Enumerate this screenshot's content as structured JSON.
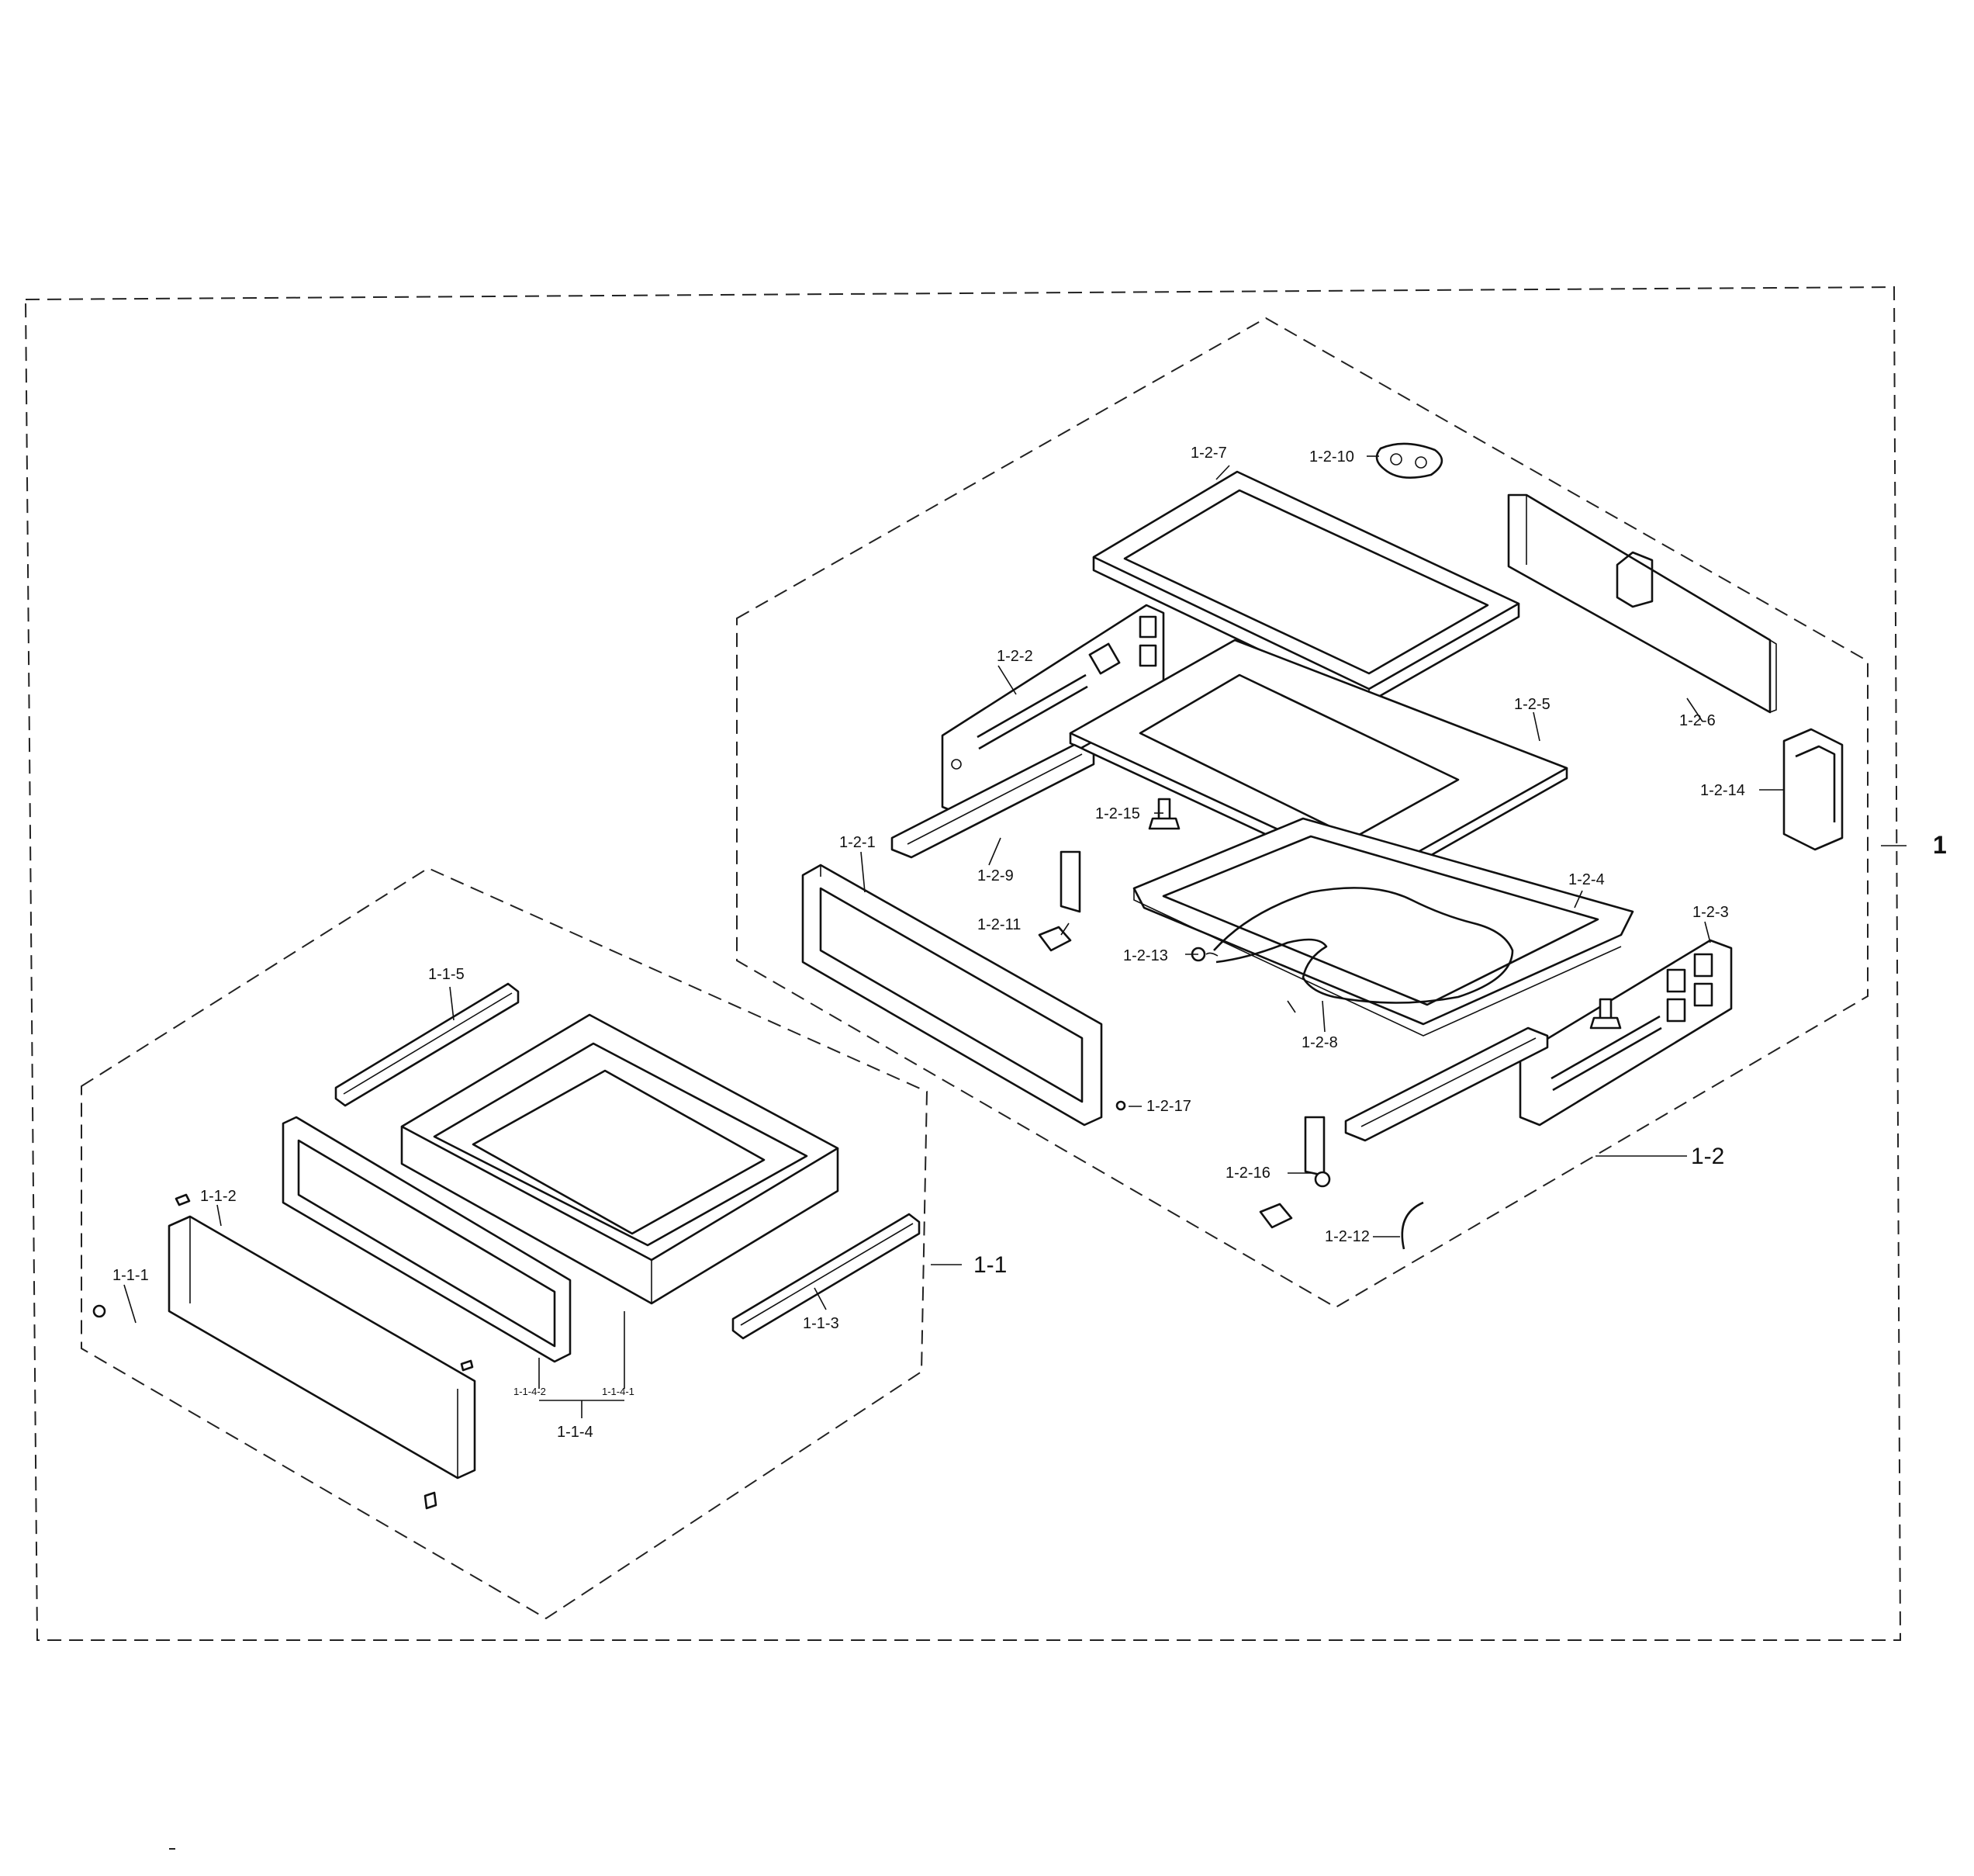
{
  "labels": {
    "assembly": "1",
    "drawer": "1-1",
    "drawer_knob": "1-1-1",
    "drawer_front": "1-1-2",
    "drawer_rail_right": "1-1-3",
    "drawer_panel": "1-1-4",
    "drawer_panel_a": "1-1-4-1",
    "drawer_panel_b": "1-1-4-2",
    "drawer_rail_left": "1-1-5",
    "body": "1-2",
    "front_frame": "1-2-1",
    "left_side": "1-2-2",
    "right_side": "1-2-3",
    "bottom_plate": "1-2-4",
    "middle_plate": "1-2-5",
    "rear_panel": "1-2-6",
    "top_frame": "1-2-7",
    "heater": "1-2-8",
    "left_guide": "1-2-9",
    "gasket": "1-2-10",
    "foot_left": "1-2-11",
    "wire": "1-2-12",
    "heater_terminal": "1-2-13",
    "bracket": "1-2-14",
    "screw": "1-2-15",
    "foot_right": "1-2-16",
    "small_screw": "1-2-17"
  }
}
